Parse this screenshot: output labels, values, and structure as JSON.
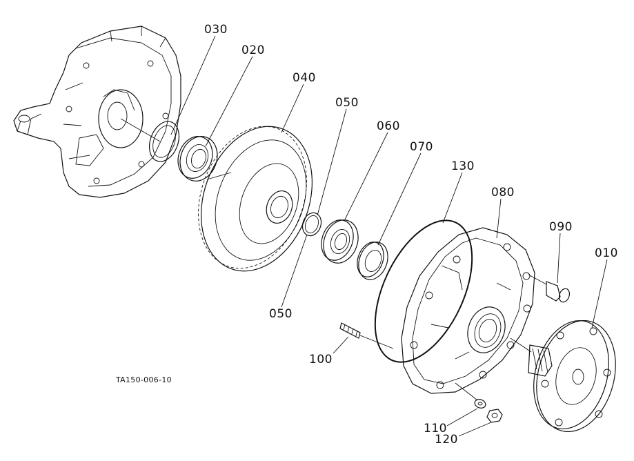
{
  "diagram_code": "TA150-006-10",
  "parts": {
    "p010": "010",
    "p020": "020",
    "p030": "030",
    "p040": "040",
    "p050_top": "050",
    "p050_bottom": "050",
    "p060": "060",
    "p070": "070",
    "p080": "080",
    "p090": "090",
    "p100": "100",
    "p110": "110",
    "p120": "120",
    "p130": "130"
  }
}
